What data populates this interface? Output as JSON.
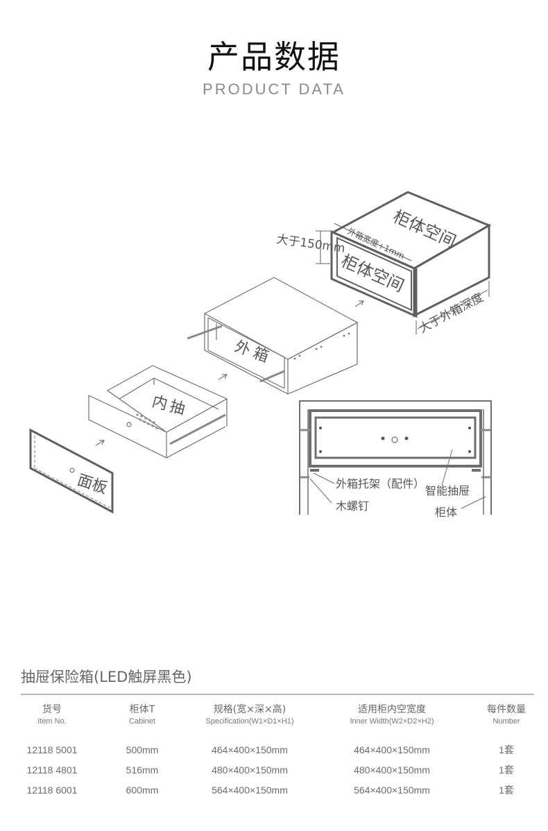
{
  "header": {
    "title": "产品数据",
    "subtitle": "PRODUCT DATA"
  },
  "diagram": {
    "cabinet_space": {
      "top_label": "柜体空间",
      "front_label": "柜体空间",
      "height_label": "大于150mm",
      "width_label": "外箱宽度+1mm",
      "depth_label": "大于外箱深度"
    },
    "outer_box_label": "外箱",
    "inner_drawer_label": "内抽",
    "panel_label": "面板",
    "section_view": {
      "bracket_label": "外箱托架（配件）",
      "screw_label": "木螺钉",
      "drawer_label": "智能抽屉",
      "cabinet_label": "柜体"
    },
    "colors": {
      "line": "#6e6e6e",
      "thick_line": "#5a5a5a",
      "label": "#555555"
    }
  },
  "product": {
    "title": "抽屉保险箱(LED触屏黑色)",
    "table": {
      "headers": [
        {
          "cn": "货号",
          "en": "Item No."
        },
        {
          "cn": "柜体T",
          "en": "Cabinet"
        },
        {
          "cn": "规格(宽×深×高)",
          "en": "Specification(W1×D1×H1)"
        },
        {
          "cn": "适用柜内空宽度",
          "en": "Inner Width(W2×D2×H2)"
        },
        {
          "cn": "每件数量",
          "en": "Number"
        }
      ],
      "rows": [
        [
          "12118 5001",
          "500mm",
          "464×400×150mm",
          "464×400×150mm",
          "1套"
        ],
        [
          "12118 4801",
          "516mm",
          "480×400×150mm",
          "480×400×150mm",
          "1套"
        ],
        [
          "12118 6001",
          "600mm",
          "564×400×150mm",
          "564×400×150mm",
          "1套"
        ]
      ]
    }
  }
}
